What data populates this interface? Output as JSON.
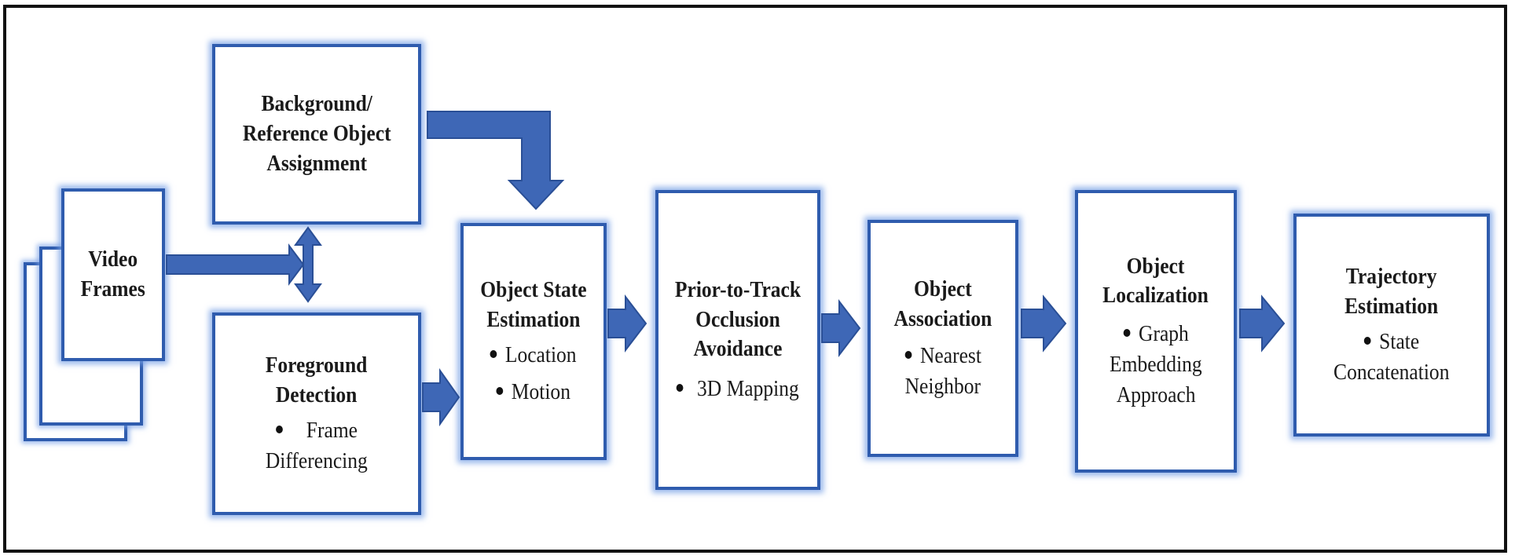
{
  "nodes": {
    "video_frames": {
      "lines": [
        "Video",
        "Frames"
      ]
    },
    "background": {
      "lines": [
        "Background/",
        "Reference Object",
        "Assignment"
      ]
    },
    "foreground": {
      "lines": [
        "Foreground",
        "Detection"
      ],
      "bullet": "Frame",
      "bullet_cont": "Differencing"
    },
    "state_est": {
      "lines": [
        "Object State",
        "Estimation"
      ],
      "bullets": [
        "Location",
        "Motion"
      ]
    },
    "prior_track": {
      "lines": [
        "Prior-to-Track",
        "Occlusion",
        "Avoidance"
      ],
      "bullet": "3D Mapping"
    },
    "association": {
      "lines": [
        "Object",
        "Association"
      ],
      "bullet": "Nearest",
      "bullet_cont": "Neighbor"
    },
    "localization": {
      "lines": [
        "Object",
        "Localization"
      ],
      "bullet": "Graph",
      "bullet_cont": [
        "Embedding",
        "Approach"
      ]
    },
    "trajectory": {
      "lines": [
        "Trajectory",
        "Estimation"
      ],
      "bullet": "State",
      "bullet_cont": "Concatenation"
    }
  },
  "colors": {
    "box_border": "#2f5cae",
    "arrow_fill": "#3e67b6",
    "arrow_stroke": "#2a4f96",
    "glow": "#78a0e6"
  }
}
